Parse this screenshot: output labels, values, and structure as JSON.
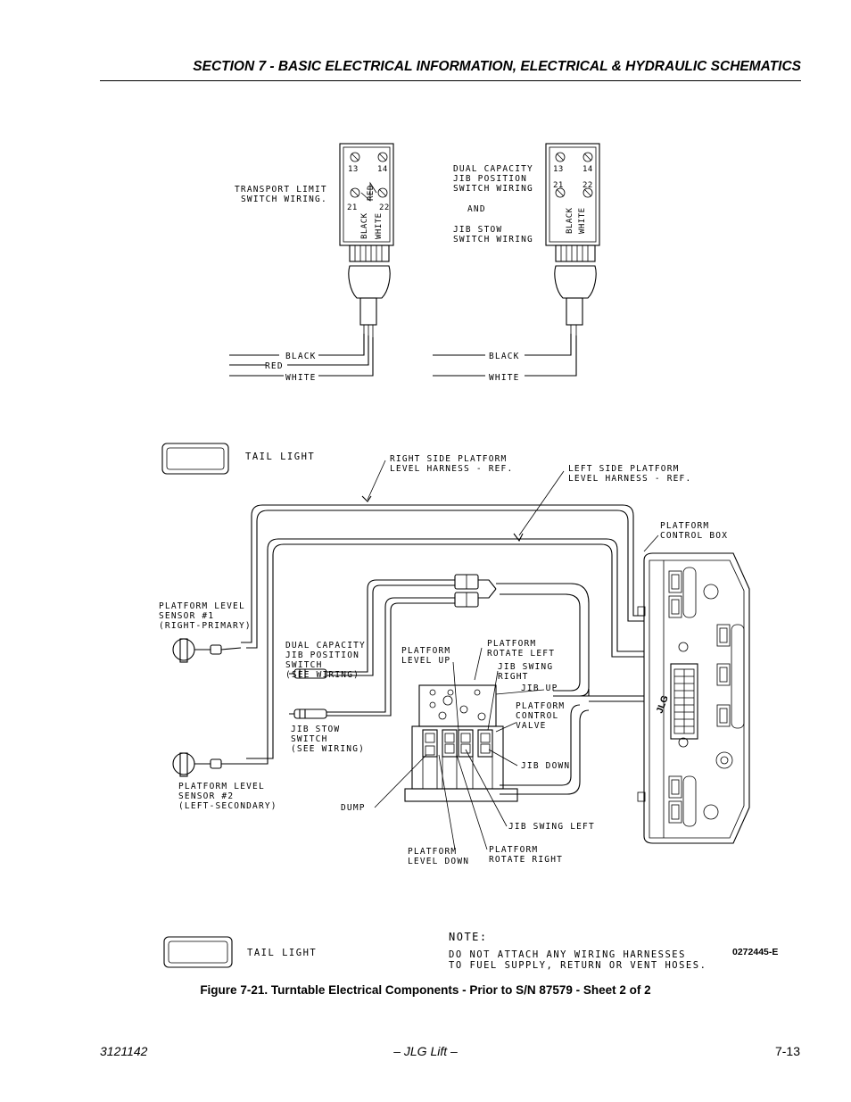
{
  "header": {
    "title": "SECTION 7 - BASIC ELECTRICAL INFORMATION, ELECTRICAL & HYDRAULIC SCHEMATICS"
  },
  "switch_left": {
    "label_line1": "TRANSPORT LIMIT",
    "label_line2": "SWITCH WIRING.",
    "terminals": [
      "13",
      "14",
      "21",
      "22"
    ],
    "wire_labels": [
      "BLACK",
      "RED",
      "WHITE"
    ]
  },
  "switch_right": {
    "label_lines": [
      "DUAL CAPACITY",
      "JIB POSITION",
      "SWITCH WIRING",
      "AND",
      "JIB STOW",
      "SWITCH WIRING"
    ],
    "terminals": [
      "13",
      "14",
      "21",
      "22"
    ],
    "wire_labels": [
      "BLACK",
      "WHITE"
    ]
  },
  "lower": {
    "tail_light_top": "TAIL LIGHT",
    "right_harness": [
      "RIGHT SIDE PLATFORM",
      "LEVEL HARNESS - REF."
    ],
    "left_harness": [
      "LEFT SIDE PLATFORM",
      "LEVEL HARNESS - REF."
    ],
    "control_box": [
      "PLATFORM",
      "CONTROL BOX"
    ],
    "sensor1": [
      "PLATFORM LEVEL",
      "SENSOR #1",
      "(RIGHT-PRIMARY)"
    ],
    "dual_cap": [
      "DUAL CAPACITY",
      "JIB POSITION",
      "SWITCH",
      "(SEE WIRING)"
    ],
    "jib_stow": [
      "JIB STOW",
      "SWITCH",
      "(SEE WIRING)"
    ],
    "sensor2": [
      "PLATFORM LEVEL",
      "SENSOR #2",
      "(LEFT-SECONDARY)"
    ],
    "level_up": [
      "PLATFORM",
      "LEVEL UP"
    ],
    "rotate_left": [
      "PLATFORM",
      "ROTATE LEFT"
    ],
    "swing_right": [
      "JIB SWING",
      "RIGHT"
    ],
    "jib_up": "JIB UP",
    "control_valve": [
      "PLATFORM",
      "CONTROL",
      "VALVE"
    ],
    "jib_down": "JIB DOWN",
    "dump": "DUMP",
    "swing_left": "JIB SWING LEFT",
    "level_down": [
      "PLATFORM",
      "LEVEL DOWN"
    ],
    "rotate_right": [
      "PLATFORM",
      "ROTATE RIGHT"
    ],
    "tail_light_bottom": "TAIL LIGHT",
    "note_title": "NOTE:",
    "note_lines": [
      "DO NOT ATTACH ANY WIRING HARNESSES",
      "TO FUEL SUPPLY, RETURN OR VENT HOSES."
    ],
    "drawing_number": "0272445-E",
    "logo": "JLG"
  },
  "caption": "Figure 7-21.  Turntable Electrical Components - Prior to S/N 87579 - Sheet 2 of 2",
  "footer": {
    "left": "3121142",
    "center": "– JLG Lift –",
    "right": "7-13"
  }
}
